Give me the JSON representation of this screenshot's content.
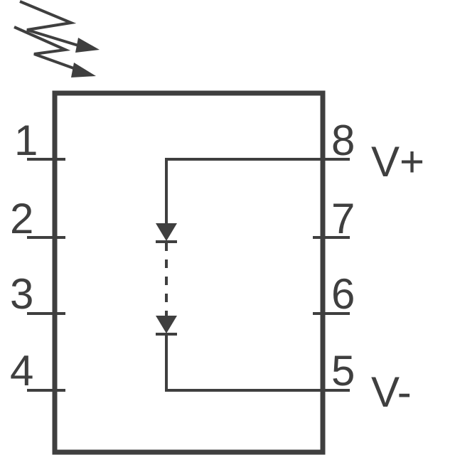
{
  "pins": {
    "p1": "1",
    "p2": "2",
    "p3": "3",
    "p4": "4",
    "p5": "5",
    "p6": "6",
    "p7": "7",
    "p8": "8"
  },
  "labels": {
    "vplus": "V+",
    "vminus": "V-"
  },
  "icons": {
    "light": "light-rays-icon",
    "diode": "photodiode-icon"
  },
  "colors": {
    "ink": "#3f3f3f",
    "background": "#ffffff"
  }
}
